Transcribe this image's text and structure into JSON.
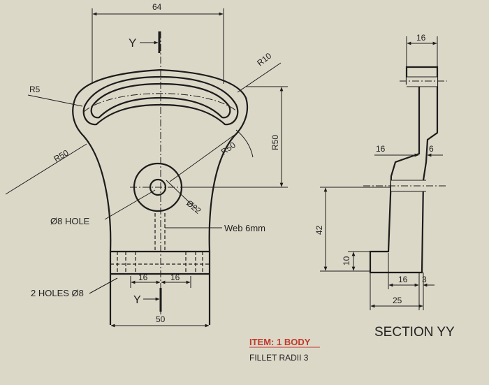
{
  "front_view": {
    "dim_top_width": "64",
    "section_marker": "Y",
    "section_marker_bottom": "Y",
    "radius_upper_right": "R10",
    "radius_left": "R5",
    "radius_big_left": "R50",
    "radius_big_right": "R50",
    "dim_height_right": "R50",
    "boss_diameter": "Ø22",
    "hole_label": "Ø8 HOLE",
    "web_label": "Web 6mm",
    "bottom_holes_label": "2 HOLES Ø8",
    "dim_hole_spacing_left": "16",
    "dim_hole_spacing_right": "16",
    "dim_base_width": "50"
  },
  "section_view": {
    "dim_top": "16",
    "dim_mid_left": "16",
    "dim_mid_right": "6",
    "dim_height": "42",
    "dim_foot_height": "10",
    "dim_bottom_16": "16",
    "dim_bottom_3": "3",
    "dim_bottom_25": "25",
    "title": "SECTION YY"
  },
  "title_block": {
    "item": "ITEM: 1 BODY",
    "note": "FILLET RADII 3"
  },
  "colors": {
    "item_red": "#c0392b",
    "paper": "#dcd8c8",
    "ink": "#1c1c1c"
  }
}
